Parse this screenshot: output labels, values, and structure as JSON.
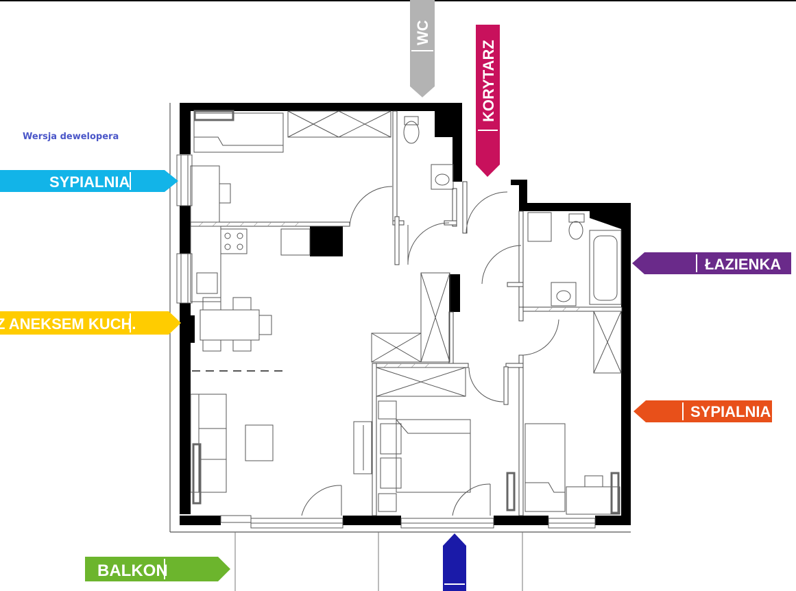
{
  "caption": "Wersja dewelopera",
  "labels": {
    "wc": "WC",
    "korytarz": "KORYTARZ",
    "sypialnia_1": "SYPIALNIA",
    "lazienka": "ŁAZIENKA",
    "salon": "Z ANEKSEM KUCH.",
    "sypialnia_2": "SYPIALNIA",
    "balkon": "BALKON"
  },
  "colors": {
    "wc": "#b3b3b3",
    "korytarz": "#c8115c",
    "sypialnia_1": "#12b4e8",
    "lazienka": "#6a2a8a",
    "salon": "#ffcc00",
    "sypialnia_2": "#e8501a",
    "balkon": "#6cb52d",
    "entrance": "#1a1aa8",
    "wall": "#000000",
    "line": "#555555"
  }
}
